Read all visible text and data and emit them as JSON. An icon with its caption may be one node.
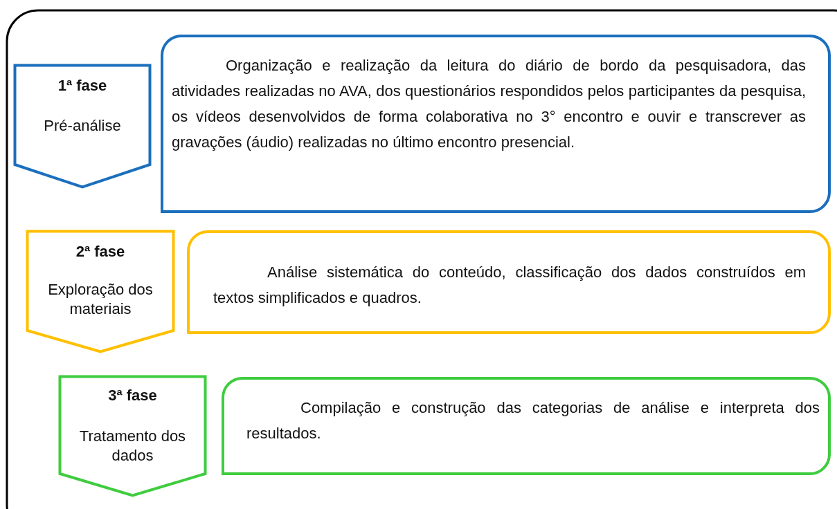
{
  "diagram": {
    "nodes": [
      {
        "text": [
          "1ª fase",
          "Pré-análise"
        ]
      },
      {
        "text": [
          "Organização e realização da leitura do diário de bordo da pesquisadora, das atividades realizadas no AVA, dos questionários respondidos pelos participantes da pesquisa, os vídeos desenvolvidos de forma colaborativa no 3° encontro e ouvir e transcrever as gravações (áudio) realizadas no último encontro presencial."
        ]
      },
      {
        "text": [
          "2ª fase",
          "Exploração dos materiais"
        ]
      },
      {
        "text": [
          "Análise sistemática do conteúdo, classificação dos dados construídos em textos simplificados e quadros."
        ]
      },
      {
        "text": [
          "3ª fase",
          "Tratamento dos dados"
        ]
      },
      {
        "text": [
          "Compilação e construção das categorias de análise e interpreta dos resultados."
        ]
      }
    ],
    "edges": []
  }
}
